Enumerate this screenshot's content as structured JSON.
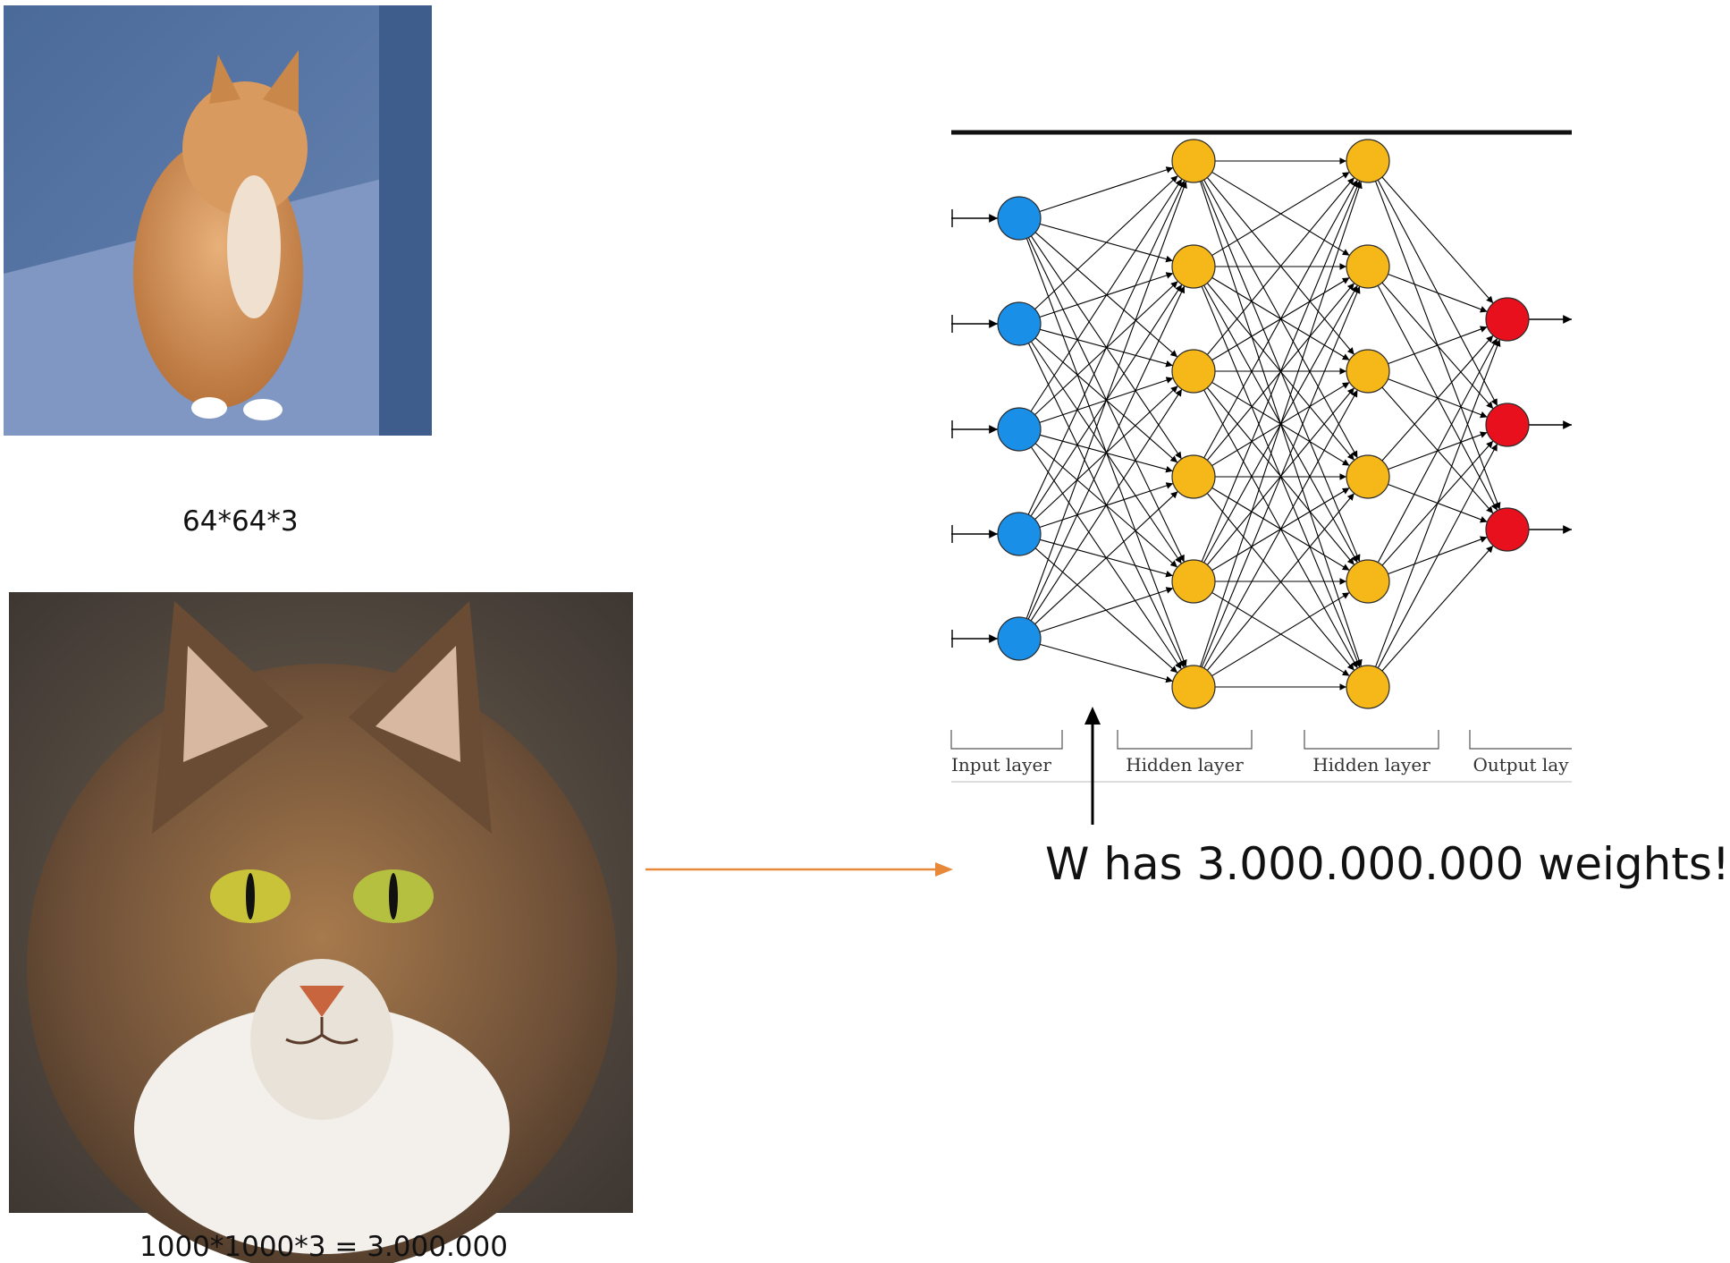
{
  "small_image": {
    "caption": "64*64*3",
    "subject": "orange-tabby-cat-sitting-photo"
  },
  "large_image": {
    "caption": "1000*1000*3 = 3.000.000",
    "subject": "tabby-cat-face-closeup-photo"
  },
  "network": {
    "layers": [
      {
        "label": "Input layer",
        "nodes": 5,
        "color": "#1a8fe8"
      },
      {
        "label": "Hidden layer",
        "nodes": 6,
        "color": "#f6b818"
      },
      {
        "label": "Hidden layer",
        "nodes": 6,
        "color": "#f6b818"
      },
      {
        "label": "Output lay",
        "nodes": 3,
        "color": "#e8101c"
      }
    ]
  },
  "annotation": {
    "text": "W has 3.000.000.000 weights!",
    "arrow_color": "#e8893a"
  }
}
